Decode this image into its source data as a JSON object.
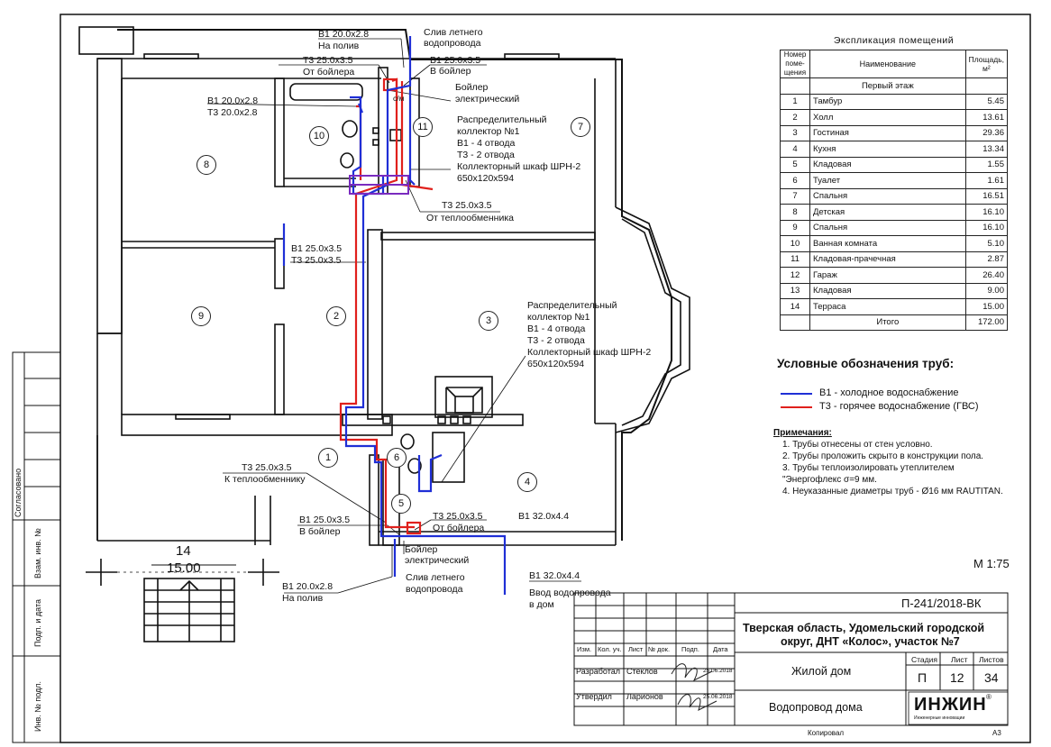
{
  "rooms": [
    {
      "num": "1"
    },
    {
      "num": "2"
    },
    {
      "num": "3"
    },
    {
      "num": "4"
    },
    {
      "num": "5"
    },
    {
      "num": "6"
    },
    {
      "num": "7"
    },
    {
      "num": "8"
    },
    {
      "num": "9"
    },
    {
      "num": "10"
    },
    {
      "num": "11"
    }
  ],
  "terrace": {
    "num": "14",
    "area": "15.00"
  },
  "annotations": {
    "b1_top": "В1 20.0х2.8",
    "na_poliv_top": "На полив",
    "sliv_top_1": "Слив летнего",
    "sliv_top_2": "водопровода",
    "t3_top": "Т3 25.0х3.5",
    "ot_boilera_top": "От бойлера",
    "b1_boiler_top": "В1 25.0х3.5",
    "v_boiler_top": "В бойлер",
    "boiler_top_1": "Бойлер",
    "boiler_top_2": "электрический",
    "b1_bath": "В1 20.0х2.8",
    "t3_bath": "Т3 20.0х2.8",
    "collector_top_1": "Распределительный",
    "collector_top_2": "коллектор №1",
    "collector_top_3": "В1 - 4 отвода",
    "collector_top_4": "Т3 - 2 отвода",
    "collector_top_5": "Коллекторный шкаф ШРН-2",
    "collector_top_6": "650х120х594",
    "t3_heat_top": "Т3 25.0х3.5",
    "ot_teplo_top": "От теплообменника",
    "b1_mid": "В1 25.0х3.5",
    "t3_mid": "Т3 25.0х3.5",
    "collector_mid_1": "Распределительный",
    "collector_mid_2": "коллектор №1",
    "collector_mid_3": "В1 - 4 отвода",
    "collector_mid_4": "Т3 - 2 отвода",
    "collector_mid_5": "Коллекторный шкаф ШРН-2",
    "collector_mid_6": "650х120х594",
    "t3_heat_bot": "Т3 25.0х3.5",
    "k_teplo_bot": "К теплообменнику",
    "b1_boiler_bot": "В1 25.0х3.5",
    "v_boiler_bot": "В бойлер",
    "t3_boiler_bot": "Т3 25.0х3.5",
    "ot_boilera_bot": "От бойлера",
    "b1_main": "В1 32.0х4.4",
    "boiler_bot_1": "Бойлер",
    "boiler_bot_2": "электрический",
    "sliv_bot_1": "Слив летнего",
    "sliv_bot_2": "водопровода",
    "b1_poliv_bot": "В1 20.0х2.8",
    "na_poliv_bot": "На полив",
    "b1_input": "В1 32.0х4.4",
    "vvod_1": "Ввод водопровода",
    "vvod_2": "в дом",
    "cm": "с/м"
  },
  "explication": {
    "title": "Экспликация помещений",
    "col_num": "Номер поме-щения",
    "col_name": "Наименование",
    "col_area": "Площадь, м²",
    "floor": "Первый этаж",
    "rows": [
      {
        "n": "1",
        "name": "Тамбур",
        "area": "5.45"
      },
      {
        "n": "2",
        "name": "Холл",
        "area": "13.61"
      },
      {
        "n": "3",
        "name": "Гостиная",
        "area": "29.36"
      },
      {
        "n": "4",
        "name": "Кухня",
        "area": "13.34"
      },
      {
        "n": "5",
        "name": "Кладовая",
        "area": "1.55"
      },
      {
        "n": "6",
        "name": "Туалет",
        "area": "1.61"
      },
      {
        "n": "7",
        "name": "Спальня",
        "area": "16.51"
      },
      {
        "n": "8",
        "name": "Детская",
        "area": "16.10"
      },
      {
        "n": "9",
        "name": "Спальня",
        "area": "16.10"
      },
      {
        "n": "10",
        "name": "Ванная комната",
        "area": "5.10"
      },
      {
        "n": "11",
        "name": "Кладовая-прачечная",
        "area": "2.87"
      },
      {
        "n": "12",
        "name": "Гараж",
        "area": "26.40"
      },
      {
        "n": "13",
        "name": "Кладовая",
        "area": "9.00"
      },
      {
        "n": "14",
        "name": "Терраса",
        "area": "15.00"
      }
    ],
    "total_label": "Итого",
    "total": "172.00"
  },
  "legend": {
    "title": "Условные обозначения труб:",
    "cold": "В1 - холодное водоснабжение",
    "hot": "Т3 - горячее водоснабжение (ГВС)",
    "cold_color": "#1f2fd6",
    "hot_color": "#e0201c"
  },
  "notes": {
    "title": "Примечания:",
    "items": [
      "1.   Трубы отнесены от стен условно.",
      "2.   Трубы проложить скрыто в конструкции пола.",
      "3.   Трубы теплоизолировать утеплителем \"Энергофлекс σ=9 мм.",
      "4.   Неуказанные диаметры труб - Ø16 мм RAUTITAN."
    ]
  },
  "scale": "М 1:75",
  "title_block": {
    "code": "П-241/2018-ВК",
    "address_1": "Тверская область, Удомельский городской",
    "address_2": "округ, ДНТ «Колос», участок №7",
    "building": "Жилой дом",
    "sheet_title": "Водопровод дома",
    "stage_label": "Стадия",
    "sheet_label": "Лист",
    "sheets_label": "Листов",
    "stage": "П",
    "sheet": "12",
    "sheets": "34",
    "h_izm": "Изм.",
    "h_kol": "Кол. уч.",
    "h_list": "Лист",
    "h_doc": "№ док.",
    "h_podp": "Подп.",
    "h_date": "Дата",
    "developed_label": "Разработал",
    "developer": "Стеклов",
    "developed_date": "25.06.2018",
    "approved_label": "Утвердил",
    "approver": "Ларионов",
    "approved_date": "25.06.2018",
    "logo": "ИНЖИН",
    "logo_sub": "Инженерные инновации",
    "reg": "®",
    "copied": "Копировал",
    "format": "А3"
  },
  "side_stamps": {
    "agreed": "Согласовано",
    "inv_replace": "Взам. инв. №",
    "sign_date": "Подп. и дата",
    "inv_orig": "Инв. № подл."
  }
}
